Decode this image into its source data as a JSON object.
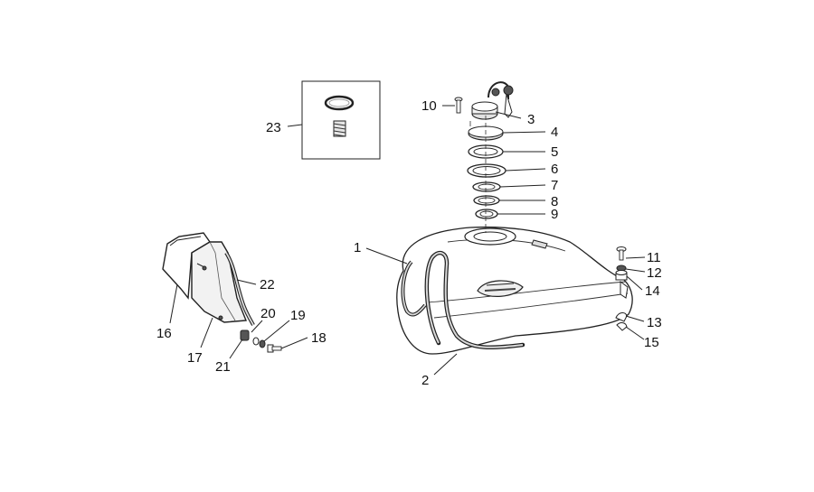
{
  "labels": {
    "p1": "1",
    "p2": "2",
    "p3": "3",
    "p4": "4",
    "p5": "5",
    "p6": "6",
    "p7": "7",
    "p8": "8",
    "p9": "9",
    "p10": "10",
    "p11": "11",
    "p12": "12",
    "p13": "13",
    "p14": "14",
    "p15": "15",
    "p16": "16",
    "p17": "17",
    "p18": "18",
    "p19": "19",
    "p20": "20",
    "p21": "21",
    "p22": "22",
    "p23": "23"
  },
  "icons": {
    "fuel_tank": "fuel-tank-icon",
    "fuel_cap": "fuel-cap-icon",
    "side_cover": "side-cover-icon",
    "inset_box": "inset-box"
  }
}
